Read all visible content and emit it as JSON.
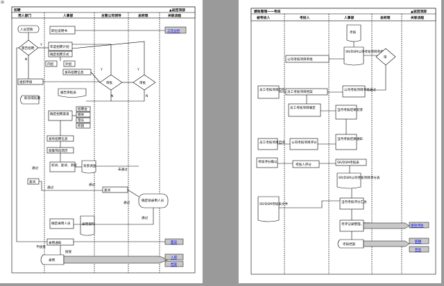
{
  "left_page": {
    "title": "招聘",
    "back_link": "▲返回顶部",
    "lanes": [
      "用人部门",
      "人事部",
      "主管公司领导",
      "总经理",
      "关联流程"
    ],
    "nodes": {
      "start": "人员空缺",
      "job_desc": "职位说明书",
      "annual_plan": "年度招聘计划",
      "need_recruit": "需否招聘",
      "y1": "Y",
      "n1": "N",
      "confirm_method": "确定招聘方式",
      "internal": "内招",
      "external": "外招",
      "post_notice": "发布招聘信息",
      "report_table": "报告审批表",
      "approve1": "审批",
      "approve2": "审批",
      "y2": "Y",
      "y3": "Y",
      "n2": "N",
      "n3": "N",
      "adjust_plan": "组织申请",
      "cancel": "取消或延期",
      "determine_channel": "确定招聘渠道",
      "ch1": "招聘会",
      "ch2": "媒体",
      "ch3": "猎头",
      "ch4": "校园",
      "publish": "发布招聘信息",
      "collect": "收集筛选简历",
      "interview": "初试、复试、测试",
      "assess": "背景调查",
      "pass1": "通过",
      "no_pass1": "未通过",
      "retest1": "复试",
      "retest2": "复试",
      "pass2": "通过",
      "pass3": "通过",
      "pass4": "通过",
      "pass5": "通过",
      "final_candidate": "确定拟录用人员",
      "decide_hire": "确定录用人员",
      "hire_notice": "录用通知",
      "accept": "接受",
      "no_accept": "不接受",
      "hire": "录用",
      "files": "录用资料",
      "link1": "工作分析",
      "link2": "面谈",
      "link3": "入职",
      "link4": "档案"
    }
  },
  "right_page": {
    "title": "绩效管理——考核",
    "back_link": "▲返回顶部",
    "lanes": [
      "被考核人",
      "考核人",
      "人事部",
      "总经理",
      "关联流程"
    ],
    "nodes": {
      "start": "考核",
      "company_review": "公司考核项目审批",
      "sr_dsm": "SR/DSM公司考核项目审核",
      "approve": "审",
      "employee_project": "员工考核项目自荐",
      "employee_record": "员工考核项目档案",
      "company_items": "公司考核项目审批通过",
      "confirm_items": "员工考核项目确定",
      "monthly": "当月考核结果反馈",
      "self_eval": "员工考核项目自评",
      "company_score": "公司考核项目评分",
      "monthly_notice": "当月考核结果通知",
      "result_confirm": "考核评分确认",
      "evaluator_score": "考核人评分",
      "sr_table": "SR/DSM考核表",
      "sr_result": "SR/DSM公司考核项目评分表",
      "sr_files": "SR/DSM考核表文件",
      "monthly_compile": "当月考核评分汇总",
      "record_archive": "考评记录整理、存档",
      "archive": "考核档案",
      "link1": "绩效评估",
      "link2": "薪酬",
      "link3": "奖惩"
    }
  }
}
